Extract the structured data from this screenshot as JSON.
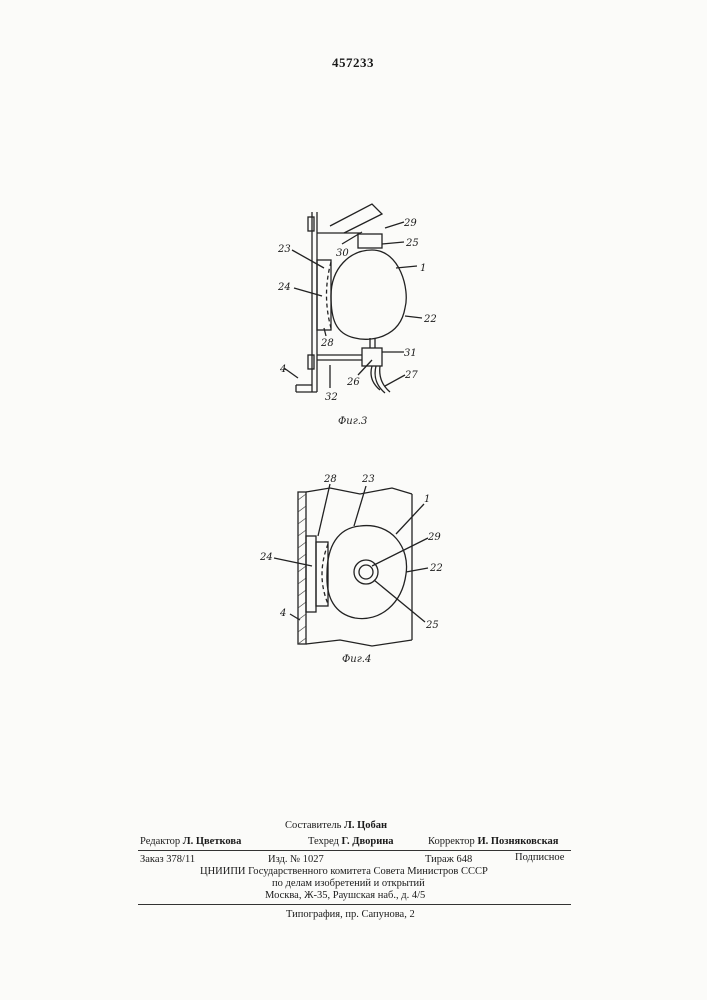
{
  "patent_number": "457233",
  "figures": [
    {
      "caption": "Фиг.3",
      "labels": [
        "29",
        "30",
        "25",
        "23",
        "1",
        "24",
        "22",
        "28",
        "31",
        "4",
        "26",
        "27",
        "32"
      ]
    },
    {
      "caption": "Фиг.4",
      "labels": [
        "28",
        "23",
        "1",
        "29",
        "24",
        "22",
        "4",
        "25"
      ]
    }
  ],
  "imprint": {
    "compiler": {
      "role": "Составитель",
      "name": "Л. Цобан"
    },
    "editor": {
      "role": "Редактор",
      "name": "Л. Цветкова"
    },
    "techred": {
      "role": "Техред",
      "name": "Г. Дворина"
    },
    "corrector": {
      "role": "Корректор",
      "name": "И. Позняковская"
    },
    "order": "Заказ 378/11",
    "edition": "Изд. № 1027",
    "circulation": "Тираж 648",
    "subscription": "Подписное",
    "org_line1": "ЦНИИПИ Государственного комитета Совета Министров СССР",
    "org_line2": "по делам изобретений и открытий",
    "address": "Москва, Ж-35, Раушская наб., д. 4/5",
    "printing": "Типография, пр. Сапунова, 2"
  }
}
